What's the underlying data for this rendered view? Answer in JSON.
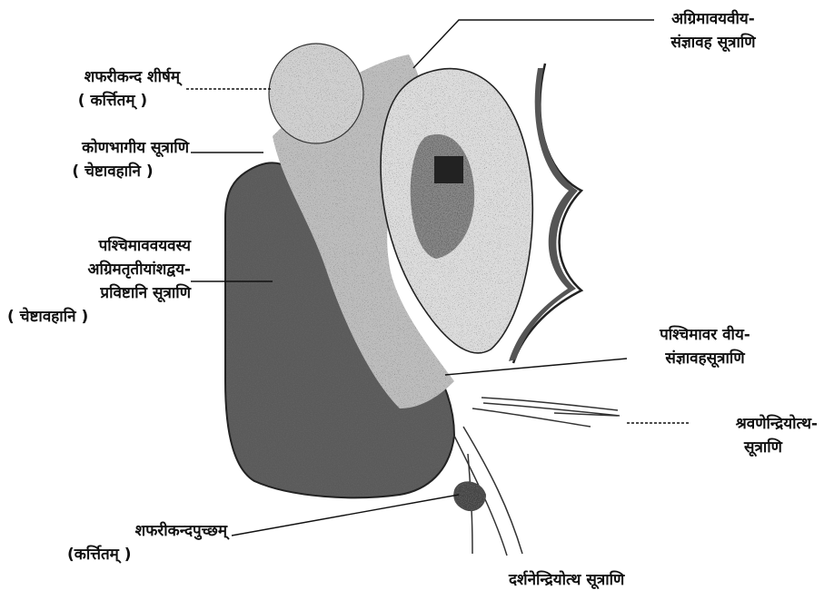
{
  "labels": {
    "head": {
      "line1": "शफरीकन्द शीर्षम्",
      "line2": "( कर्त्तितम् )"
    },
    "angular": {
      "line1": "कोणभागीय सूत्राणि",
      "line2": "( चेष्टावहानि )"
    },
    "posterior_motor": {
      "line1": "पश्चिमाववयवस्य",
      "line2": "अग्रिमतृतीयांशद्वय-",
      "line3": "प्रविष्टानि सूत्राणि",
      "line4": "( चेष्टावहानि )"
    },
    "tail": {
      "line1": "शफरीकन्दपुच्छम्",
      "line2": "(कर्त्तितम् )"
    },
    "anterior_sensory": {
      "line1": "अग्रिमावयवीय-",
      "line2": "संज्ञावह सूत्राणि"
    },
    "posterior_sensory": {
      "line1": "पश्चिमावर वीय-",
      "line2": "संज्ञावहसूत्राणि"
    },
    "auditory": {
      "line1": "श्रवणेन्द्रियोत्थ-",
      "line2": "सूत्राणि"
    },
    "visual": {
      "line1": "दर्शनेन्द्रियोत्थ सूत्राणि"
    }
  }
}
